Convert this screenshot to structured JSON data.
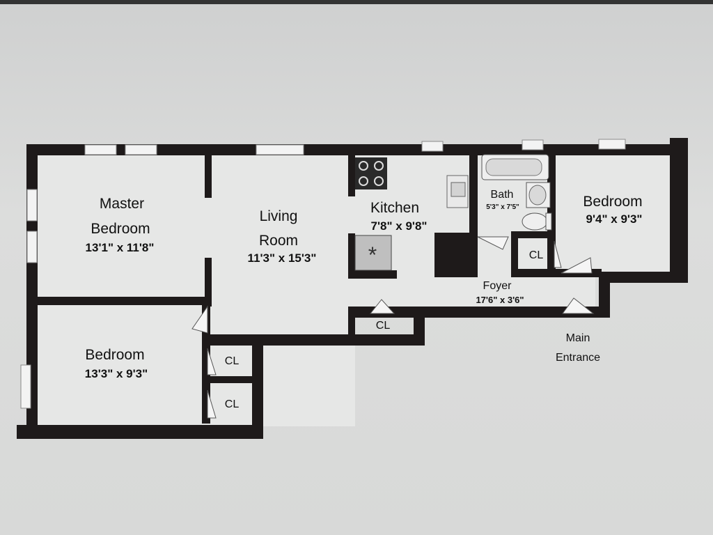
{
  "rooms": {
    "master_bedroom": {
      "line1": "Master",
      "line2": "Bedroom",
      "dims": "13'1\" x 11'8\""
    },
    "living_room": {
      "line1": "Living",
      "line2": "Room",
      "dims": "11'3\" x 15'3\""
    },
    "kitchen": {
      "name": "Kitchen",
      "dims": "7'8\" x 9'8\""
    },
    "bath": {
      "name": "Bath",
      "dims": "5'3\" x 7'5\""
    },
    "bedroom_right": {
      "name": "Bedroom",
      "dims": "9'4\" x 9'3\""
    },
    "bedroom_left": {
      "name": "Bedroom",
      "dims": "13'3\" x 9'3\""
    },
    "foyer": {
      "name": "Foyer",
      "dims": "17'6\" x 3'6\""
    }
  },
  "closets": {
    "cl1": "CL",
    "cl2": "CL",
    "cl3": "CL",
    "cl4": "CL"
  },
  "entrance": {
    "line1": "Main",
    "line2": "Entrance"
  }
}
